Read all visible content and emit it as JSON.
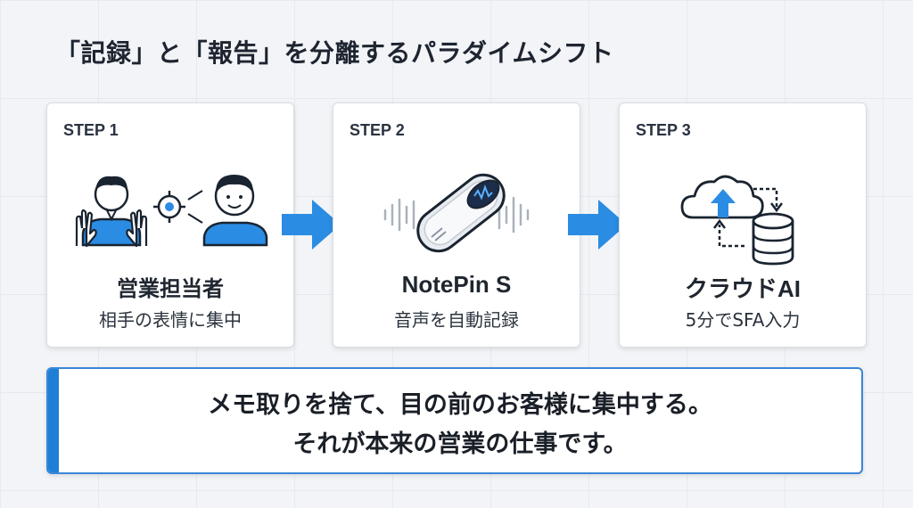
{
  "title": "「記録」と「報告」を分離するパラダイムシフト",
  "steps": [
    {
      "step": "STEP 1",
      "name": "営業担当者",
      "desc": "相手の表情に集中"
    },
    {
      "step": "STEP 2",
      "name": "NotePin S",
      "desc": "音声を自動記録"
    },
    {
      "step": "STEP 3",
      "name": "クラウドAI",
      "desc": "5分でSFA入力"
    }
  ],
  "banner": {
    "line1": "メモ取りを捨て、目の前のお客様に集中する。",
    "line2": "それが本来の営業の仕事です。"
  },
  "colors": {
    "accent": "#1f7fd6",
    "arrow": "#2b8ce3",
    "text": "#1f2630"
  },
  "icons": [
    "salesperson-icon",
    "focus-target-icon",
    "customer-icon",
    "recorder-icon",
    "sound-wave-icon",
    "cloud-upload-icon",
    "database-icon"
  ]
}
